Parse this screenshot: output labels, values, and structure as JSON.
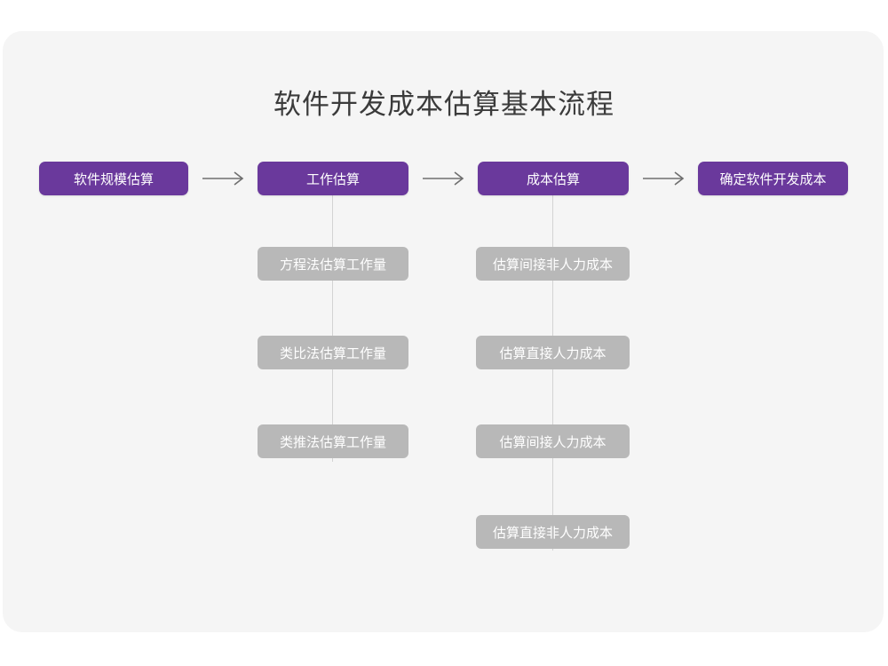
{
  "page": {
    "title": "软件开发成本估算基本流程",
    "background_color": "#ffffff",
    "card_color": "#f5f5f5"
  },
  "colors": {
    "primary": "#6a399c",
    "secondary": "#b8b8b8",
    "title_text": "#3b3b3b",
    "node_text": "#ffffff",
    "connector": "#d3d3d3",
    "arrow": "#6e6e6e"
  },
  "flow": {
    "main_steps": [
      {
        "label": "软件规模估算",
        "sub_steps": []
      },
      {
        "label": "工作估算",
        "sub_steps": [
          "方程法估算工作量",
          "类比法估算工作量",
          "类推法估算工作量"
        ]
      },
      {
        "label": "成本估算",
        "sub_steps": [
          "估算间接非人力成本",
          "估算直接人力成本",
          "估算间接人力成本",
          "估算直接非人力成本"
        ]
      },
      {
        "label": "确定软件开发成本",
        "sub_steps": []
      }
    ],
    "connectors": [
      {
        "icon": "right-arrow-icon",
        "from": "软件规模估算",
        "to": "工作估算"
      },
      {
        "icon": "right-arrow-icon",
        "from": "工作估算",
        "to": "成本估算"
      },
      {
        "icon": "right-arrow-icon",
        "from": "成本估算",
        "to": "确定软件开发成本"
      }
    ]
  }
}
